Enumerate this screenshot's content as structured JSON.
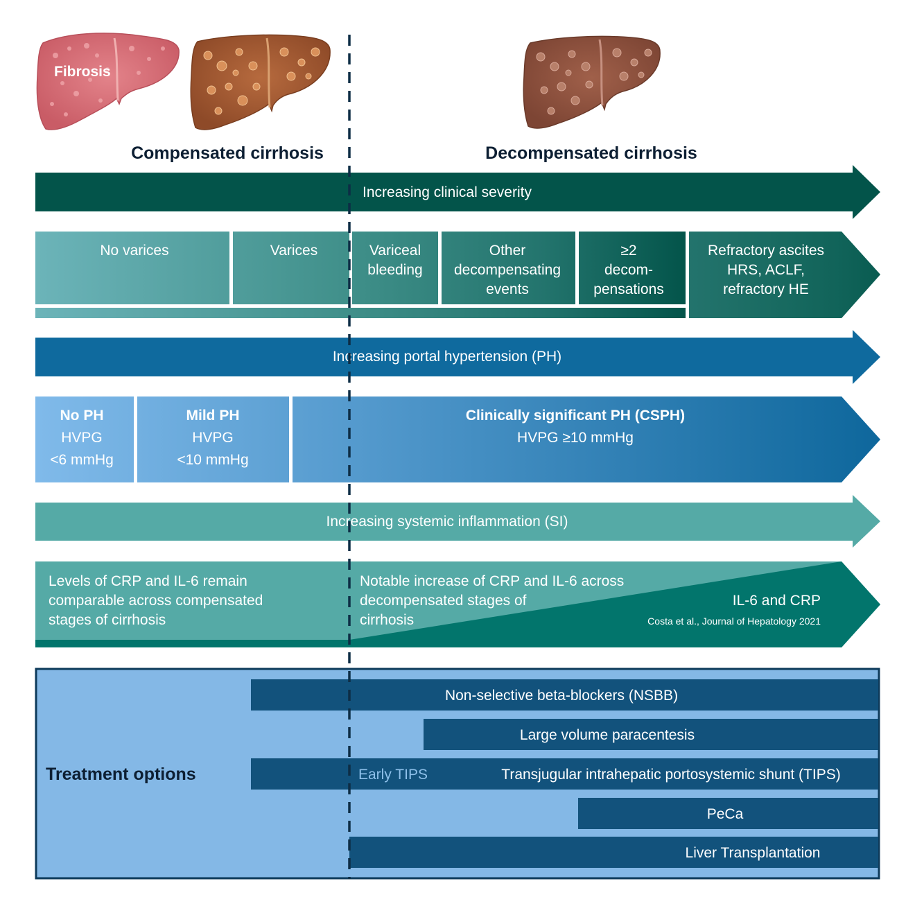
{
  "stages": {
    "fibrosis_label": "Fibrosis",
    "compensated": "Compensated cirrhosis",
    "decompensated": "Decompensated cirrhosis"
  },
  "severity": {
    "arrow_label": "Increasing clinical severity",
    "boxes": [
      {
        "lines": [
          "No varices"
        ]
      },
      {
        "lines": [
          "Varices"
        ]
      },
      {
        "lines": [
          "Variceal",
          "bleeding"
        ]
      },
      {
        "lines": [
          "Other",
          "decompensating",
          "events"
        ]
      },
      {
        "lines": [
          "≥2",
          "decom-",
          "pensations"
        ]
      },
      {
        "lines": [
          "Refractory ascites",
          "HRS, ACLF,",
          "refractory HE"
        ]
      }
    ]
  },
  "portal_hypertension": {
    "arrow_label": "Increasing portal hypertension (PH)",
    "boxes": [
      {
        "title": "No PH",
        "lines": [
          "HVPG",
          "<6 mmHg"
        ]
      },
      {
        "title": "Mild PH",
        "lines": [
          "HVPG",
          "<10 mmHg"
        ]
      },
      {
        "title": "Clinically significant PH (CSPH)",
        "lines": [
          "HVPG ≥10 mmHg"
        ]
      }
    ]
  },
  "inflammation": {
    "arrow_label": "Increasing systemic inflammation (SI)",
    "left_text": [
      "Levels of CRP and IL-6 remain",
      "comparable across compensated",
      "stages of cirrhosis"
    ],
    "right_text": [
      "Notable increase of CRP and IL-6 across",
      "decompensated stages of",
      "cirrhosis"
    ],
    "marker_label": "IL-6 and CRP",
    "citation": "Costa et al., Journal of Hepatology 2021"
  },
  "treatment": {
    "title": "Treatment options",
    "bars": [
      {
        "label": "Non-selective beta-blockers (NSBB)"
      },
      {
        "label": "Large volume paracentesis"
      },
      {
        "label": "Transjugular intrahepatic portosystemic shunt (TIPS)",
        "prefix_label": "Early TIPS"
      },
      {
        "label": "PeCa"
      },
      {
        "label": "Liver Transplantation"
      }
    ]
  },
  "colors": {
    "severity_dark": "#03544a",
    "teal_light": "#6ab3b8",
    "portal_blue": "#0f6a9e",
    "ph_light": "#7db7e6",
    "inflammation_teal": "#55aaa6",
    "inflammation_dark": "#02756c",
    "treatment_bg": "#84b8e6",
    "treatment_bar": "#12527c",
    "divider": "#0d2d45"
  }
}
